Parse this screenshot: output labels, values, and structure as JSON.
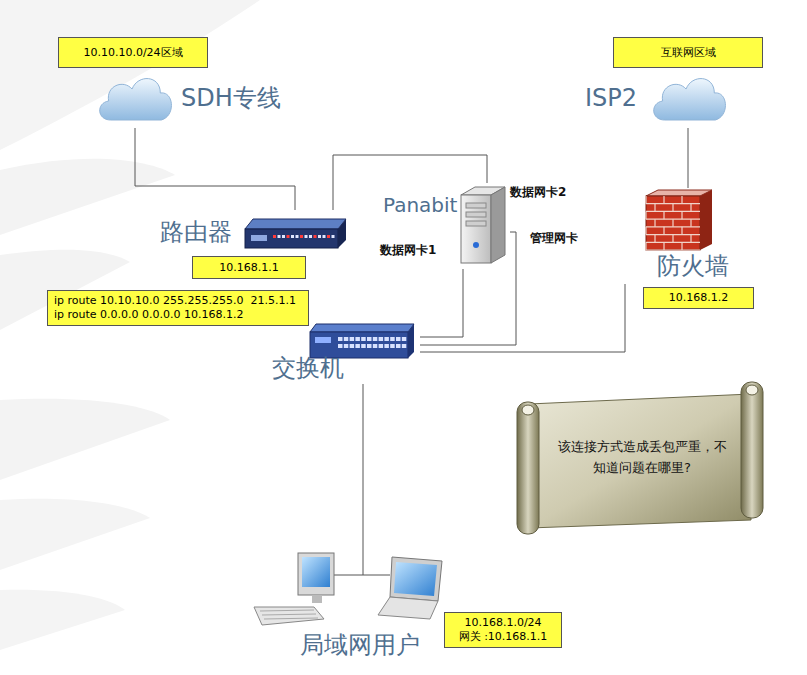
{
  "diagram": {
    "nodes": [
      {
        "text": [
          "10.10.10.0/24区域"
        ]
      },
      {
        "text": [
          "互联网区域"
        ]
      },
      {
        "text": [
          "SDH专线"
        ]
      },
      {
        "text": [
          "ISP2"
        ]
      },
      {
        "text": [
          "路由器"
        ]
      },
      {
        "text": [
          "10.168.1.1"
        ]
      },
      {
        "text": [
          "ip route 10.10.10.0 255.255.255.0  21.5.1.1",
          "ip route 0.0.0.0 0.0.0.0 10.168.1.2"
        ]
      },
      {
        "text": [
          "Panabit"
        ]
      },
      {
        "text": [
          "防火墙"
        ]
      },
      {
        "text": [
          "10.168.1.2"
        ]
      },
      {
        "text": [
          "交换机"
        ]
      },
      {
        "text": [
          "该连接方式造成丢包严重，不知道问题在哪里?"
        ]
      },
      {
        "text": [
          "局域网用户"
        ]
      },
      {
        "text": [
          "10.168.1.0/24",
          "网关 :10.168.1.1"
        ]
      }
    ],
    "edges": [
      {
        "from": 2,
        "to": 4,
        "arrow": "none"
      },
      {
        "from": 3,
        "to": 8,
        "arrow": "none"
      },
      {
        "from": 4,
        "to": 7,
        "arrow": "none"
      },
      {
        "from": 7,
        "to": 10,
        "arrow": "none"
      },
      {
        "from": 7,
        "to": 10,
        "arrow": "none"
      },
      {
        "from": 8,
        "to": 10,
        "arrow": "none"
      },
      {
        "from": 10,
        "to": 12,
        "arrow": "none"
      }
    ],
    "labels": [
      "数据网卡2",
      "数据网卡1",
      "管理网卡"
    ]
  }
}
